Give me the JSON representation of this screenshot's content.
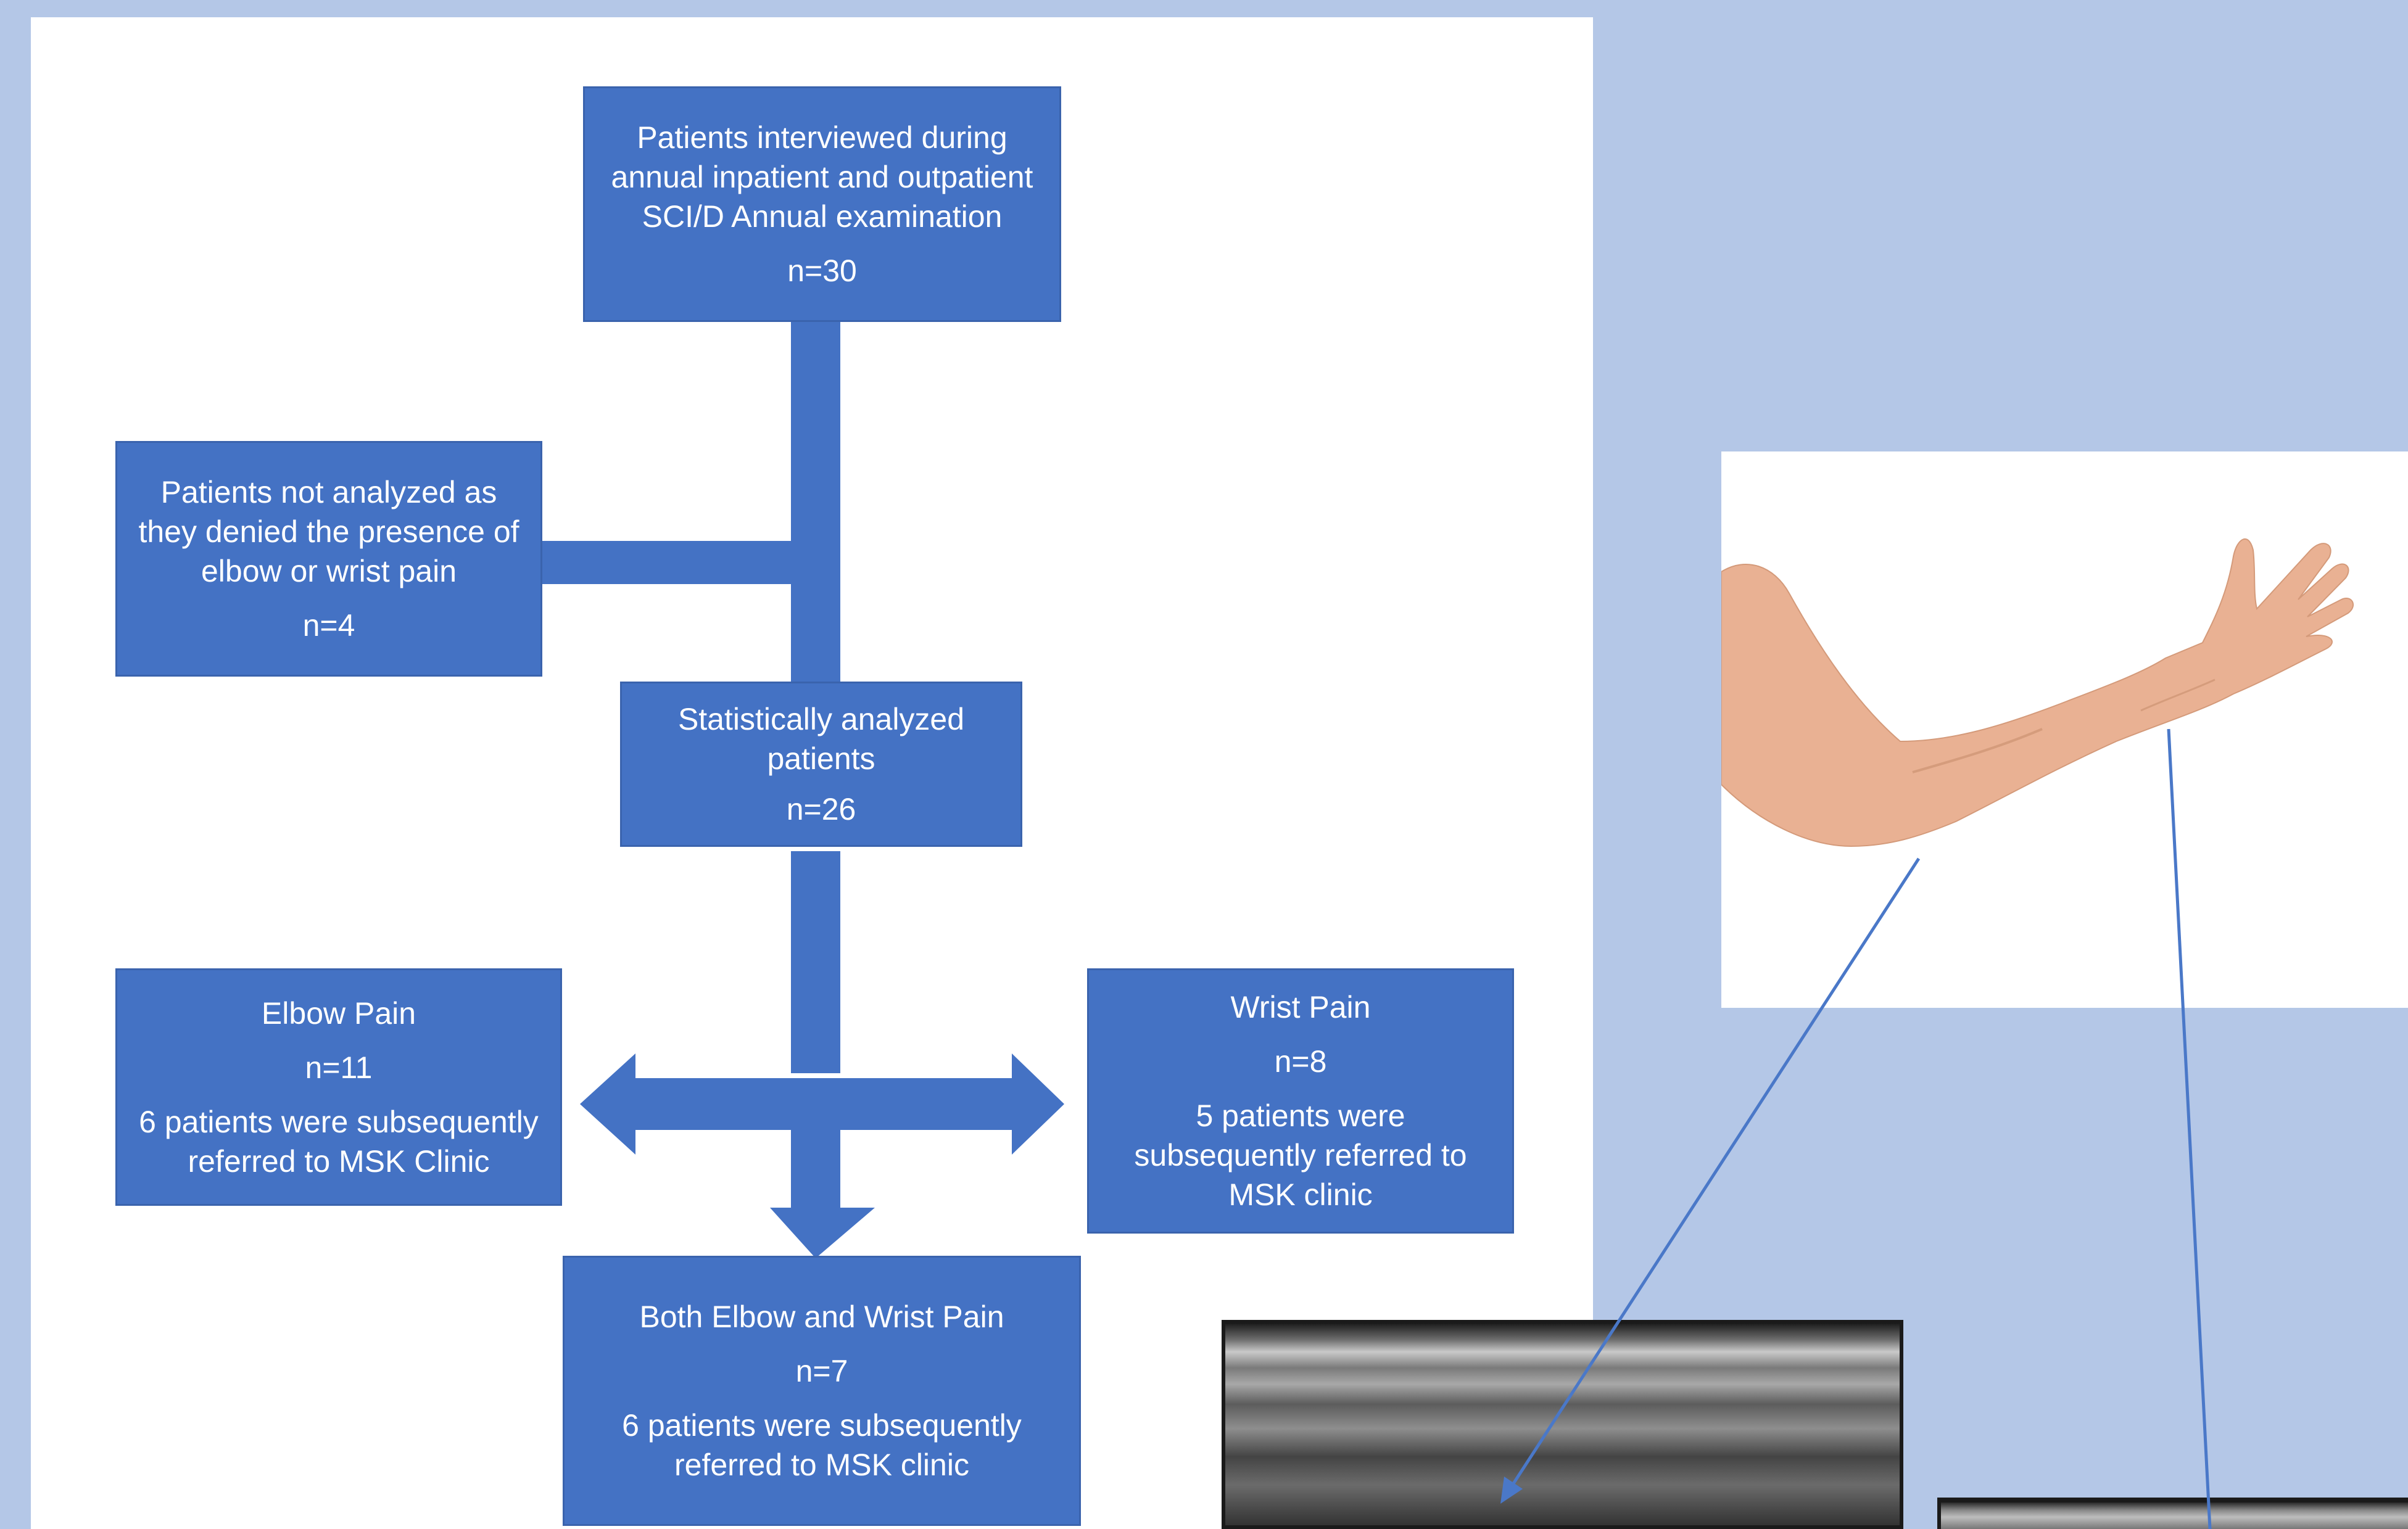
{
  "boxes": {
    "interviewed": {
      "lines": [
        "Patients interviewed during",
        "annual inpatient and outpatient",
        "SCI/D Annual examination"
      ],
      "count": "n=30"
    },
    "excluded": {
      "lines": [
        "Patients not analyzed as",
        "they denied the presence of",
        "elbow or wrist pain"
      ],
      "count": "n=4"
    },
    "analyzed": {
      "lines": [
        "Statistically analyzed",
        "patients"
      ],
      "count": "n=26"
    },
    "elbow": {
      "title": "Elbow Pain",
      "count": "n=11",
      "lines": [
        "6 patients were subsequently",
        "referred to MSK Clinic"
      ]
    },
    "wrist": {
      "title": "Wrist Pain",
      "count": "n=8",
      "lines": [
        "5 patients were",
        "subsequently referred to",
        "MSK clinic"
      ]
    },
    "both": {
      "title": "Both Elbow and Wrist Pain",
      "count": "n=7",
      "lines": [
        "6 patients were subsequently",
        "referred to MSK clinic"
      ]
    }
  },
  "colors": {
    "page_background": "#b4c7e7",
    "panel": "#ffffff",
    "box_fill": "#4472c4",
    "connector": "#4472c4",
    "pointer_line": "#4a78c8",
    "skin": "#e9b193"
  }
}
